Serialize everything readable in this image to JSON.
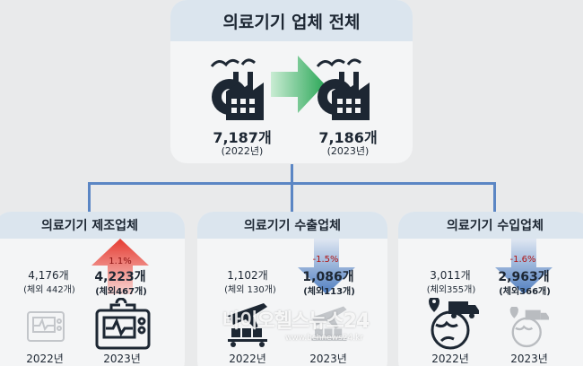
{
  "total": {
    "title": "의료기기 업체 전체",
    "count_2022": "7,187개",
    "year_2022": "(2022년)",
    "count_2023": "7,186개",
    "year_2023": "(2023년)"
  },
  "manufacturer": {
    "title": "의료기기 제조업체",
    "prev_count": "4,176개",
    "prev_sub": "(체외 442개)",
    "change": "1.1%",
    "curr_count": "4,223개",
    "curr_sub": "(체외467개)",
    "year_prev": "2022년",
    "year_curr": "2023년"
  },
  "export": {
    "title": "의료기기 수출업체",
    "prev_count": "1,102개",
    "prev_sub": "(체외 130개)",
    "change": "-1.5%",
    "curr_count": "1,086개",
    "curr_sub": "(체외113개)",
    "year_prev": "2022년",
    "year_curr": "2023년"
  },
  "import": {
    "title": "의료기기 수입업체",
    "prev_count": "3,011개",
    "prev_sub": "(체외355개)",
    "change": "-1.6%",
    "curr_count": "2,963개",
    "curr_sub": "(체외366개)",
    "year_prev": "2022년",
    "year_curr": "2023년"
  },
  "watermark": {
    "text": "바이오헬스뉴스24",
    "url": "www.bchnews24.kr"
  },
  "colors": {
    "accent_red": "#d9312b",
    "accent_blue": "#5b86c4",
    "arrow_green": "#3cb464"
  }
}
